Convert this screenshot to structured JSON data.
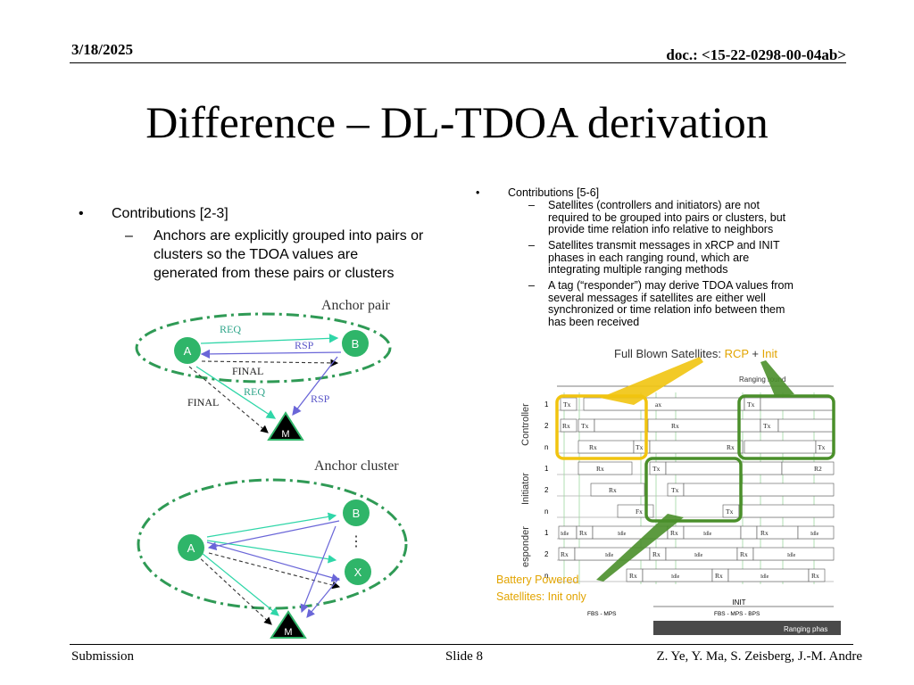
{
  "header": {
    "date": "3/18/2025",
    "doc": "doc.: <15-22-0298-00-04ab>"
  },
  "title": "Difference – DL-TDOA derivation",
  "left": {
    "bullet_marker": "•",
    "sub_marker": "–",
    "bullet": "Contributions [2-3]",
    "sub": [
      "Anchors are explicitly grouped into pairs or",
      "clusters so the TDOA values are",
      "generated from these pairs or clusters"
    ]
  },
  "right": {
    "bullet_marker": "•",
    "sub_marker": "–",
    "bullet": "Contributions [5-6]",
    "items": [
      [
        "Satellites (controllers and initiators) are not",
        "required to be grouped into pairs or clusters, but",
        "provide time relation info relative to neighbors"
      ],
      [
        "Satellites transmit messages in xRCP and INIT",
        "phases in each ranging round, which are",
        "integrating multiple ranging methods"
      ],
      [
        "A tag (“responder”) may derive TDOA values from",
        "several messages if satellites are either well",
        "synchronized or time relation info between them",
        "has been received"
      ]
    ]
  },
  "pair_diagram": {
    "title": "Anchor pair",
    "nodes": {
      "a": "A",
      "b": "B",
      "m": "M"
    },
    "labels": {
      "req_top": "REQ",
      "rsp_top": "RSP",
      "final_mid": "FINAL",
      "req_low": "REQ",
      "rsp_low": "RSP",
      "final_left": "FINAL"
    }
  },
  "cluster_diagram": {
    "title": "Anchor cluster",
    "nodes": {
      "a": "A",
      "b": "B",
      "x": "X",
      "m": "M",
      "dots": "⋮"
    }
  },
  "timing": {
    "full_blown": "Full Blown Satellites: ",
    "rcp": "RCP",
    "plus": " + ",
    "init": "Init",
    "ranging_round": "Ranging round",
    "battery": [
      "Battery Powered",
      "Satellites: Init only"
    ],
    "groups": [
      "Controller",
      "Initiator",
      "esponder"
    ],
    "row_nums": [
      "1",
      "2",
      "n",
      "1",
      "2",
      "n",
      "1",
      "2",
      "n"
    ],
    "bottom": {
      "init": "INIT",
      "fbs_mps": "FBS - MPS",
      "fbs_mps_bps": "FBS - MPS - BPS",
      "ranging_phase": "Ranging phas"
    },
    "cells": {
      "tx": "Tx",
      "rx": "Rx",
      "idle": "Idle",
      "r2": "R2",
      "fx": "Fx",
      "ax": "ax"
    }
  },
  "footer": {
    "left": "Submission",
    "center": "Slide 8",
    "right": "Z. Ye, Y. Ma, S. Zeisberg, J.-M. Andre"
  }
}
